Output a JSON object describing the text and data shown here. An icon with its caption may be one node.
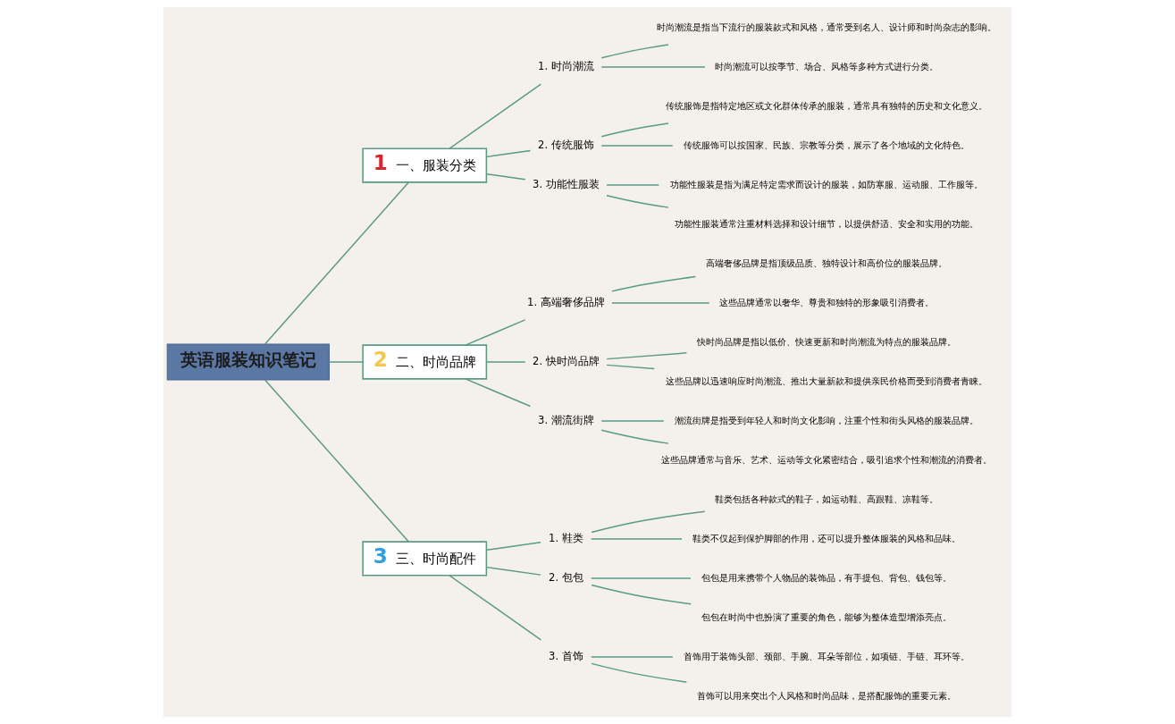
{
  "diagram": {
    "nodes": [
      {
        "text": [
          "英语服装知识笔记"
        ]
      },
      {
        "text": [
          "1",
          "一、服装分类"
        ]
      },
      {
        "text": [
          "1. 时尚潮流"
        ]
      },
      {
        "text": [
          "时尚潮流是指当下流行的服装款式和风格，通常受到名人、设计师和时尚杂志的影响。"
        ]
      },
      {
        "text": [
          "时尚潮流可以按季节、场合、风格等多种方式进行分类。"
        ]
      },
      {
        "text": [
          "2. 传统服饰"
        ]
      },
      {
        "text": [
          "传统服饰是指特定地区或文化群体传承的服装，通常具有独特的历史和文化意义。"
        ]
      },
      {
        "text": [
          "传统服饰可以按国家、民族、宗教等分类，展示了各个地域的文化特色。"
        ]
      },
      {
        "text": [
          "3. 功能性服装"
        ]
      },
      {
        "text": [
          "功能性服装是指为满足特定需求而设计的服装，如防寒服、运动服、工作服等。"
        ]
      },
      {
        "text": [
          "功能性服装通常注重材料选择和设计细节，以提供舒适、安全和实用的功能。"
        ]
      },
      {
        "text": [
          "2",
          "二、时尚品牌"
        ]
      },
      {
        "text": [
          "1. 高端奢侈品牌"
        ]
      },
      {
        "text": [
          "高端奢侈品牌是指顶级品质、独特设计和高价位的服装品牌。"
        ]
      },
      {
        "text": [
          "这些品牌通常以奢华、尊贵和独特的形象吸引消费者。"
        ]
      },
      {
        "text": [
          "2. 快时尚品牌"
        ]
      },
      {
        "text": [
          "快时尚品牌是指以低价、快速更新和时尚潮流为特点的服装品牌。"
        ]
      },
      {
        "text": [
          "这些品牌以迅速响应时尚潮流、推出大量新款和提供亲民价格而受到消费者青睐。"
        ]
      },
      {
        "text": [
          "3. 潮流街牌"
        ]
      },
      {
        "text": [
          "潮流街牌是指受到年轻人和时尚文化影响，注重个性和街头风格的服装品牌。"
        ]
      },
      {
        "text": [
          "这些品牌通常与音乐、艺术、运动等文化紧密结合，吸引追求个性和潮流的消费者。"
        ]
      },
      {
        "text": [
          "3",
          "三、时尚配件"
        ]
      },
      {
        "text": [
          "1. 鞋类"
        ]
      },
      {
        "text": [
          "鞋类包括各种款式的鞋子，如运动鞋、高跟鞋、凉鞋等。"
        ]
      },
      {
        "text": [
          "鞋类不仅起到保护脚部的作用，还可以提升整体服装的风格和品味。"
        ]
      },
      {
        "text": [
          "2. 包包"
        ]
      },
      {
        "text": [
          "包包是用来携带个人物品的装饰品，有手提包、背包、钱包等。"
        ]
      },
      {
        "text": [
          "包包在时尚中也扮演了重要的角色，能够为整体造型增添亮点。"
        ]
      },
      {
        "text": [
          "3. 首饰"
        ]
      },
      {
        "text": [
          "首饰用于装饰头部、颈部、手腕、耳朵等部位，如项链、手链、耳环等。"
        ]
      },
      {
        "text": [
          "首饰可以用来突出个人风格和时尚品味，是搭配服饰的重要元素。"
        ]
      }
    ],
    "edges": [
      {
        "from": 0,
        "to": 1,
        "arrow": "none"
      },
      {
        "from": 1,
        "to": 2,
        "arrow": "none"
      },
      {
        "from": 2,
        "to": 3,
        "arrow": "none"
      },
      {
        "from": 2,
        "to": 4,
        "arrow": "none"
      },
      {
        "from": 1,
        "to": 5,
        "arrow": "none"
      },
      {
        "from": 5,
        "to": 6,
        "arrow": "none"
      },
      {
        "from": 5,
        "to": 7,
        "arrow": "none"
      },
      {
        "from": 1,
        "to": 8,
        "arrow": "none"
      },
      {
        "from": 8,
        "to": 9,
        "arrow": "none"
      },
      {
        "from": 8,
        "to": 10,
        "arrow": "none"
      },
      {
        "from": 0,
        "to": 11,
        "arrow": "none"
      },
      {
        "from": 11,
        "to": 12,
        "arrow": "none"
      },
      {
        "from": 12,
        "to": 13,
        "arrow": "none"
      },
      {
        "from": 12,
        "to": 14,
        "arrow": "none"
      },
      {
        "from": 11,
        "to": 15,
        "arrow": "none"
      },
      {
        "from": 15,
        "to": 16,
        "arrow": "none"
      },
      {
        "from": 15,
        "to": 17,
        "arrow": "none"
      },
      {
        "from": 11,
        "to": 18,
        "arrow": "none"
      },
      {
        "from": 18,
        "to": 19,
        "arrow": "none"
      },
      {
        "from": 18,
        "to": 20,
        "arrow": "none"
      },
      {
        "from": 0,
        "to": 21,
        "arrow": "none"
      },
      {
        "from": 21,
        "to": 22,
        "arrow": "none"
      },
      {
        "from": 22,
        "to": 23,
        "arrow": "none"
      },
      {
        "from": 22,
        "to": 24,
        "arrow": "none"
      },
      {
        "from": 21,
        "to": 25,
        "arrow": "none"
      },
      {
        "from": 25,
        "to": 26,
        "arrow": "none"
      },
      {
        "from": 25,
        "to": 27,
        "arrow": "none"
      },
      {
        "from": 21,
        "to": 28,
        "arrow": "none"
      },
      {
        "from": 28,
        "to": 29,
        "arrow": "none"
      },
      {
        "from": 28,
        "to": 30,
        "arrow": "none"
      }
    ]
  }
}
